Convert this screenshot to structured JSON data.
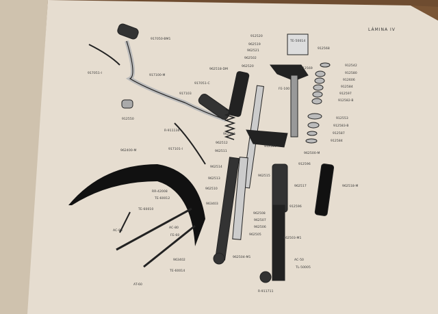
{
  "plate_title": "LÁMINA IV",
  "labels": [
    "917050-BM1",
    "917051-I",
    "917100-M",
    "912550",
    "917103",
    "917051-C",
    "R-911136",
    "917101-I",
    "962400-M",
    "912520",
    "962519",
    "962521",
    "962502",
    "962520",
    "TE-50014",
    "912568",
    "912569",
    "FE-100",
    "962518-DM",
    "912542",
    "912580",
    "912606",
    "912584",
    "912597",
    "912582-B",
    "912553",
    "912583-B",
    "912587",
    "912584",
    "962516",
    "962512",
    "962511",
    "912544",
    "962500-M",
    "912596",
    "962514",
    "962515",
    "962517",
    "962518-M",
    "962513",
    "962510",
    "963403",
    "912596",
    "RR-42008",
    "TE-60012",
    "TE-60010",
    "AC-80",
    "AC-80",
    "FE-60",
    "962508",
    "962507",
    "962506",
    "962505",
    "962504-M1",
    "962503-M1",
    "963402",
    "TE-60014",
    "AT-60",
    "AC-50",
    "TL-50005",
    "R-911711"
  ]
}
